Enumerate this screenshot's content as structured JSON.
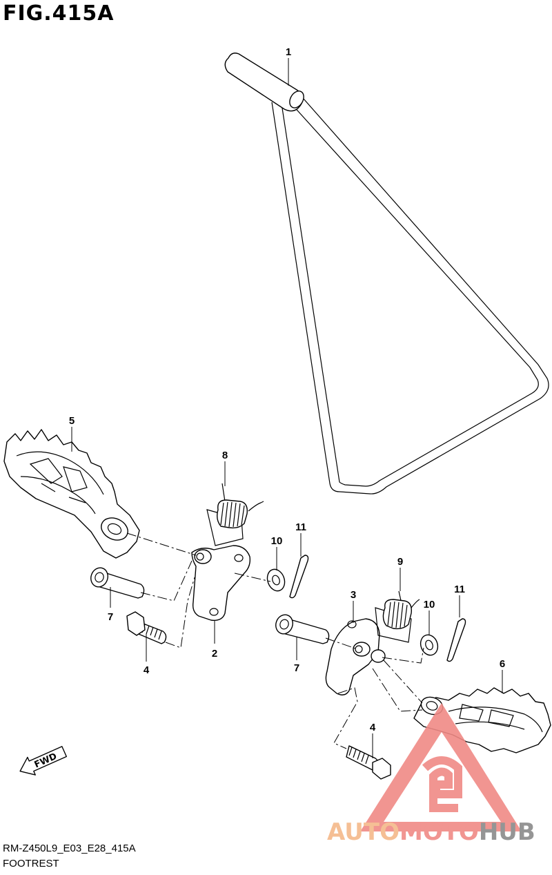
{
  "figure": {
    "title": "FIG.415A"
  },
  "callouts": [
    "1",
    "2",
    "3",
    "4",
    "4",
    "5",
    "6",
    "7",
    "7",
    "8",
    "9",
    "10",
    "10",
    "11",
    "11"
  ],
  "direction_marker": {
    "label": "FWD"
  },
  "watermark": {
    "part1": "AUTO",
    "part2": "MOTO",
    "part3": "HUB",
    "colors": {
      "auto": "#f4b98a",
      "moto": "#f08a86",
      "hub": "#8a8a8a",
      "triangle": "#f08a86"
    }
  },
  "footer": {
    "code": "RM-Z450L9_E03_E28_415A",
    "caption": "FOOTREST"
  }
}
